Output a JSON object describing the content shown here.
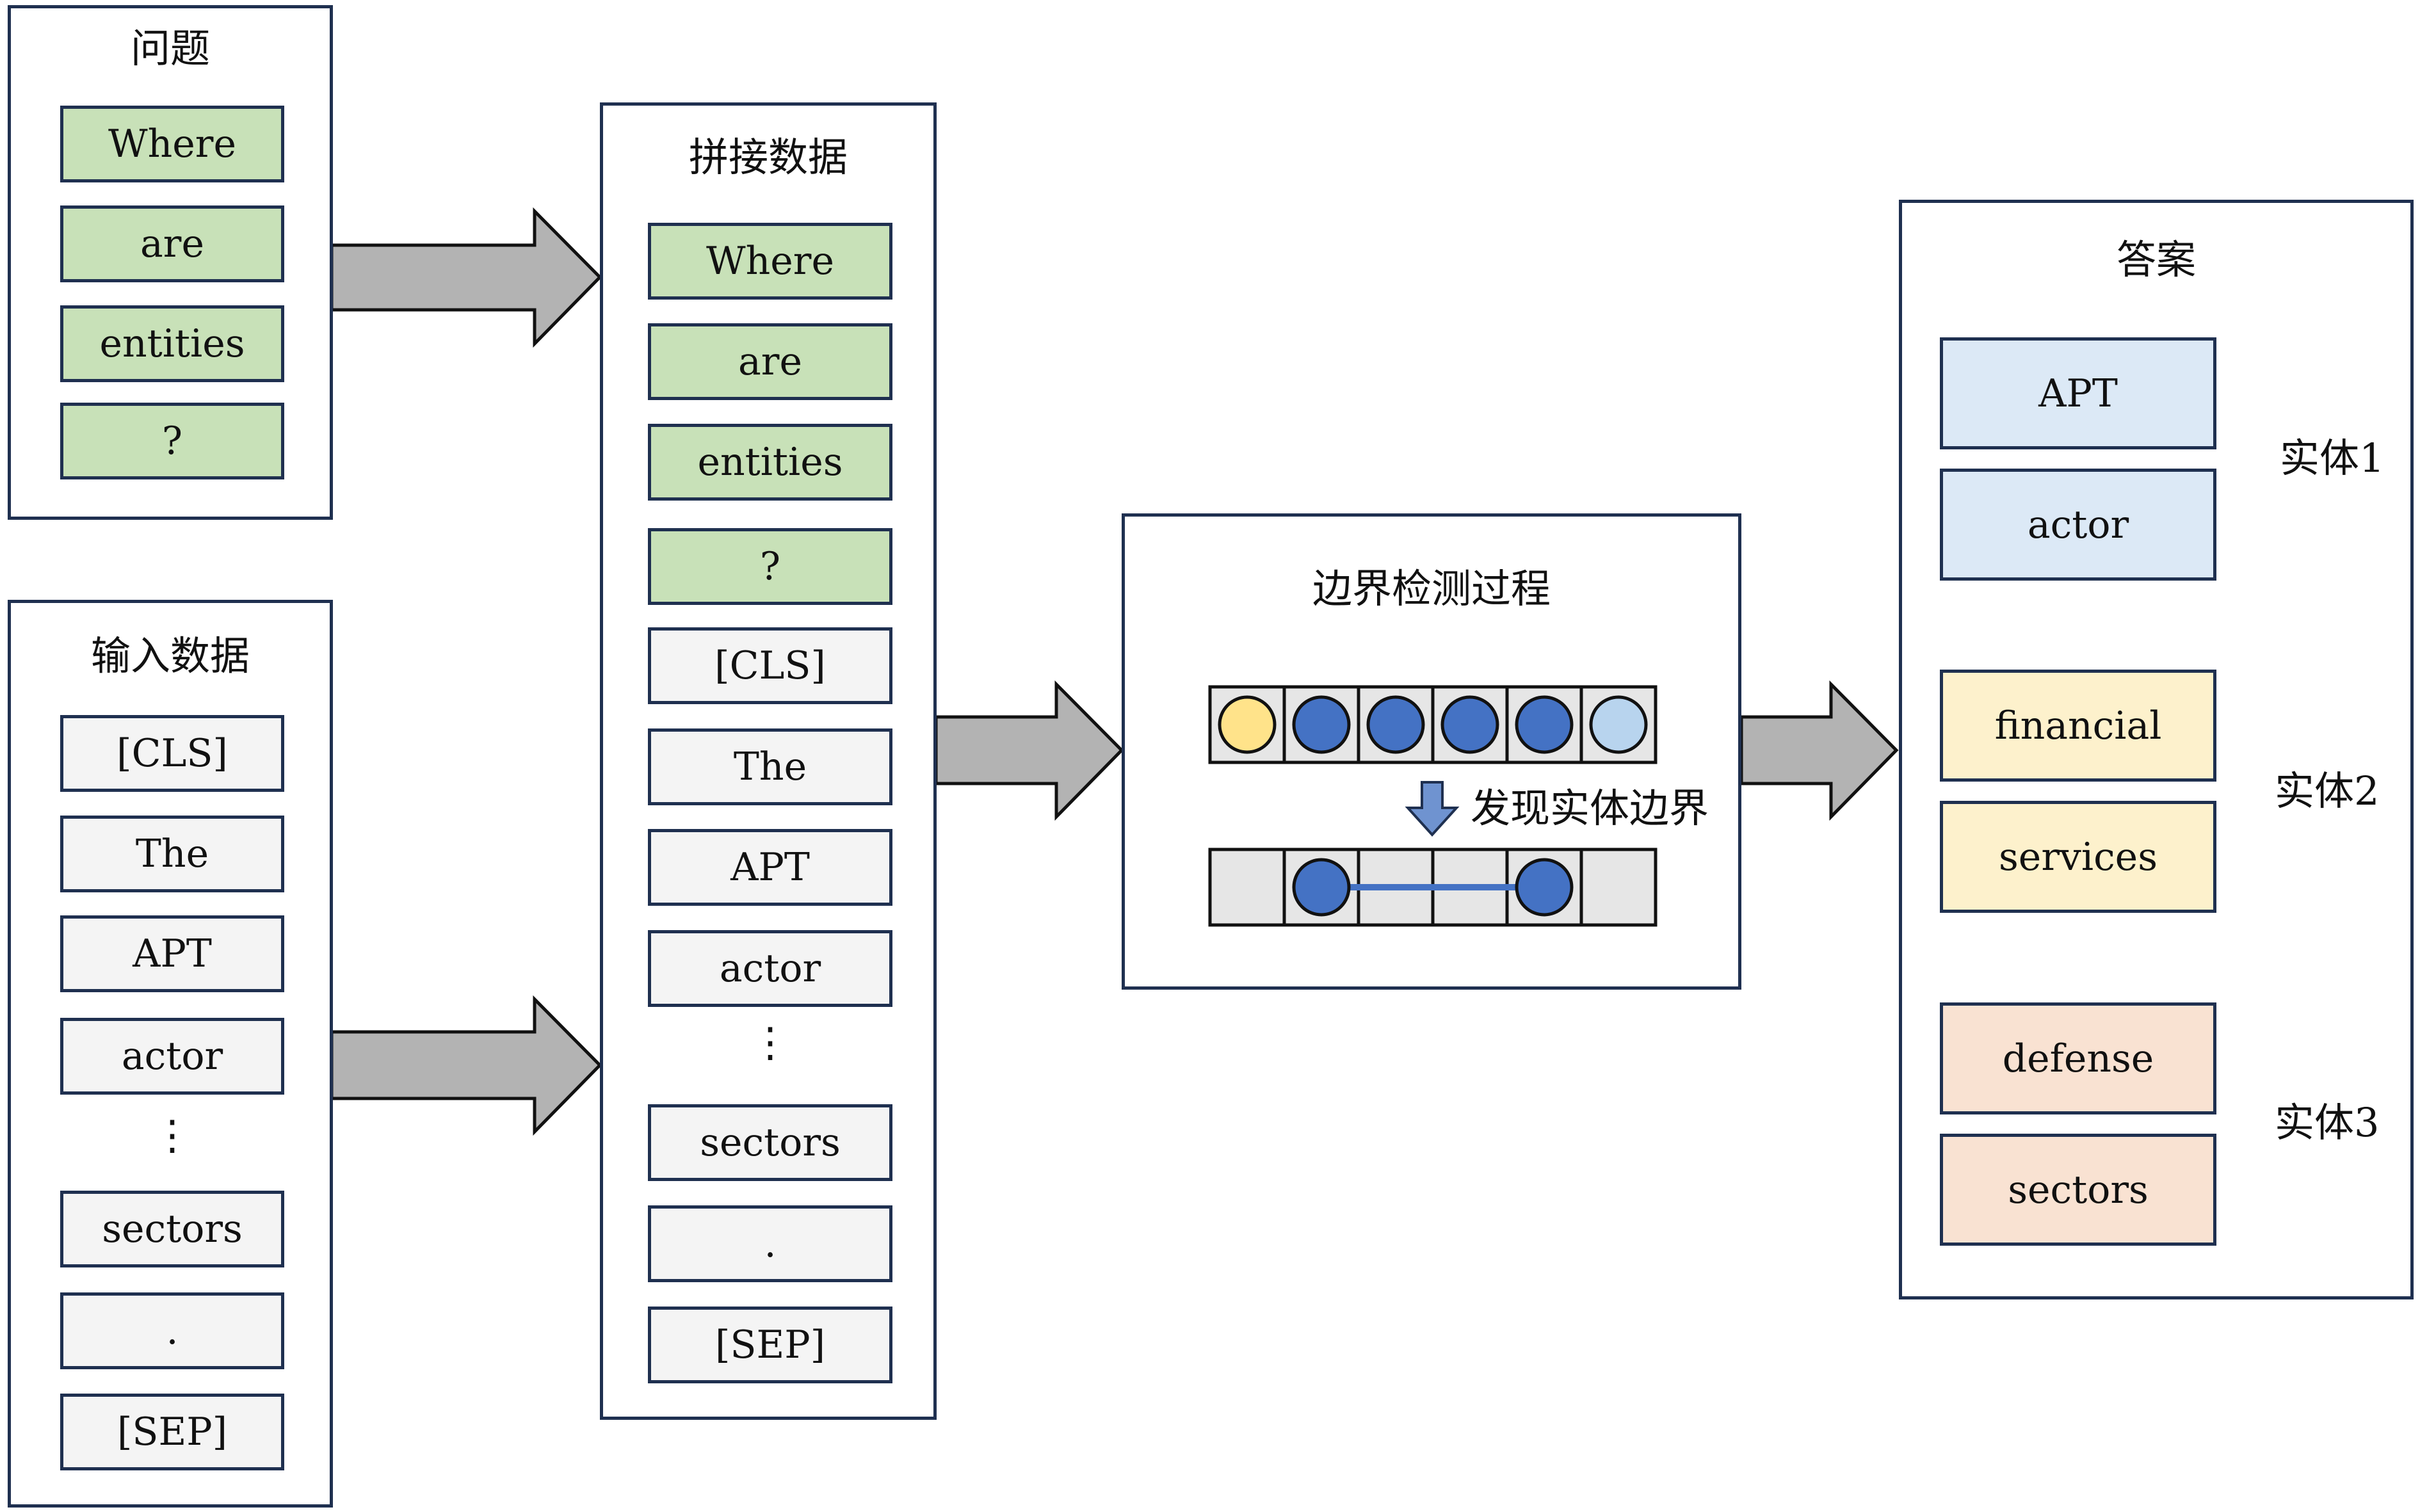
{
  "question": {
    "title": "问题",
    "tokens": [
      "Where",
      "are",
      "entities",
      "?"
    ]
  },
  "input": {
    "title": "输入数据",
    "tokens": [
      "[CLS]",
      "The",
      "APT",
      "actor",
      "⋮",
      "sectors",
      ".",
      "[SEP]"
    ]
  },
  "concat": {
    "title": "拼接数据",
    "tokens": [
      "Where",
      "are",
      "entities",
      "?",
      "[CLS]",
      "The",
      "APT",
      "actor",
      "⋮",
      "sectors",
      ".",
      "[SEP]"
    ]
  },
  "boundary": {
    "title": "边界检测过程",
    "step_label": "发现实体边界",
    "top_cells": [
      "yellow",
      "blue",
      "blue",
      "blue",
      "blue",
      "lightblue"
    ],
    "bottom_marks": [
      1,
      4
    ],
    "colors": {
      "yellow": "#ffe38a",
      "blue": "#4472c4",
      "lightblue": "#b8d4ee",
      "cell": "#e6e6e6"
    }
  },
  "answer": {
    "title": "答案",
    "entities": [
      {
        "label": "实体1",
        "tokens": [
          "APT",
          "actor"
        ]
      },
      {
        "label": "实体2",
        "tokens": [
          "financial",
          "services"
        ]
      },
      {
        "label": "实体3",
        "tokens": [
          "defense",
          "sectors"
        ]
      }
    ]
  }
}
